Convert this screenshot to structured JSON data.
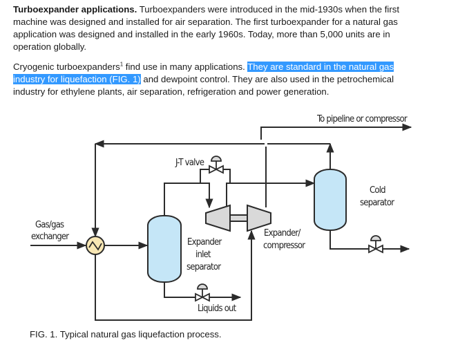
{
  "article": {
    "paragraph1": {
      "heading": "Turboexpander applications.",
      "body": " Turboexpanders were introduced in the mid-1930s when the first machine was designed and installed for air separation. The first turboexpander for a natural gas application was designed and installed in the early 1960s. Today, more than 5,000 units are in operation globally."
    },
    "paragraph2": {
      "before_ref": "Cryogenic turboexpanders",
      "ref": "1",
      "after_ref": " find use in many applications. ",
      "highlighted": "They are standard in the natural gas industry for liquefaction (FIG. 1)",
      "rest": " and dewpoint control. They are also used in the petrochemical industry for ethylene plants, air separation, refrigeration and power generation."
    }
  },
  "figure": {
    "labels": {
      "to_pipeline": "To pipeline or compressor",
      "jt_valve": "J-T valve",
      "cold_separator_1": "Cold",
      "cold_separator_2": "separator",
      "gas_exchanger_1": "Gas/gas",
      "gas_exchanger_2": "exchanger",
      "expander_inlet_1": "Expander",
      "expander_inlet_2": "inlet",
      "expander_inlet_3": "separator",
      "expander_comp_1": "Expander/",
      "expander_comp_2": "compressor",
      "liquids_out": "Liquids out"
    },
    "caption": "FIG. 1. Typical natural gas liquefaction process.",
    "colors": {
      "vessel_fill": "#c5e6f7",
      "exchanger_fill": "#f8e7b4",
      "machine_fill": "#d9d9d9",
      "line": "#2b2b2b",
      "highlight": "#3399ff"
    }
  }
}
